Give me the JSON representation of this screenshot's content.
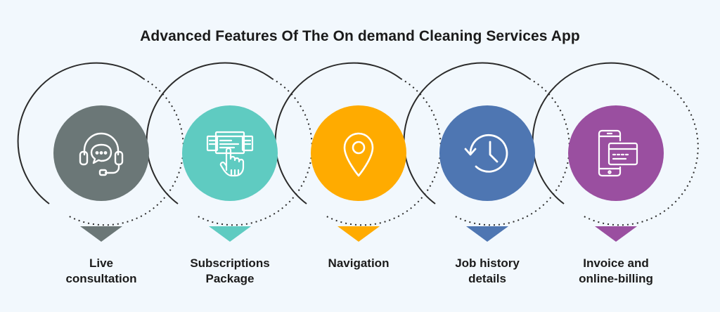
{
  "title": "Advanced Features Of The On demand Cleaning Services App",
  "features": [
    {
      "icon": "headset-chat-icon",
      "color": "#6b7777",
      "label_line1": "Live",
      "label_line2": "consultation"
    },
    {
      "icon": "touch-screen-icon",
      "color": "#5fcbc1",
      "label_line1": "Subscriptions",
      "label_line2": "Package"
    },
    {
      "icon": "location-pin-icon",
      "color": "#ffab00",
      "label_line1": "Navigation",
      "label_line2": ""
    },
    {
      "icon": "history-clock-icon",
      "color": "#4e76b2",
      "label_line1": "Job history",
      "label_line2": "details"
    },
    {
      "icon": "phone-card-icon",
      "color": "#9a4fa0",
      "label_line1": "Invoice and",
      "label_line2": "online-billing"
    }
  ]
}
